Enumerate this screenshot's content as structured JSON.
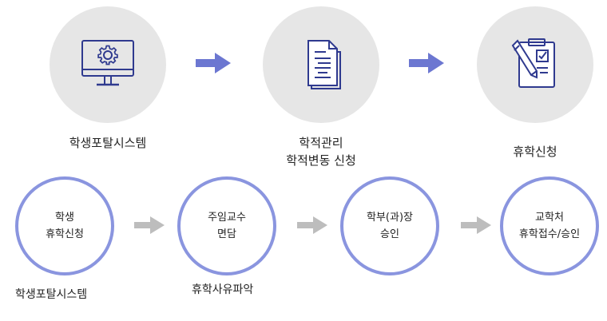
{
  "top_steps": [
    {
      "icon": "monitor-gear-icon",
      "label_lines": [
        "학생포탈시스템"
      ]
    },
    {
      "icon": "document-icon",
      "label_lines": [
        "학적관리",
        "학적변동 신청"
      ]
    },
    {
      "icon": "clipboard-check-icon",
      "label_lines": [
        "휴학신청"
      ]
    }
  ],
  "process_steps": [
    {
      "lines": [
        "학생",
        "휴학신청"
      ],
      "caption": "학생포탈시스템"
    },
    {
      "lines": [
        "주임교수",
        "면담"
      ],
      "caption": "휴학사유파악"
    },
    {
      "lines": [
        "학부(과)장",
        "승인"
      ],
      "caption": ""
    },
    {
      "lines": [
        "교학처",
        "휴학접수/승인"
      ],
      "caption": ""
    }
  ],
  "colors": {
    "accent": "#6c77d1",
    "circle_border": "#8a95df",
    "top_circle_fill": "#e6e6e6",
    "icon_stroke": "#2f3a8f",
    "bottom_arrow": "#bdbdbd"
  }
}
